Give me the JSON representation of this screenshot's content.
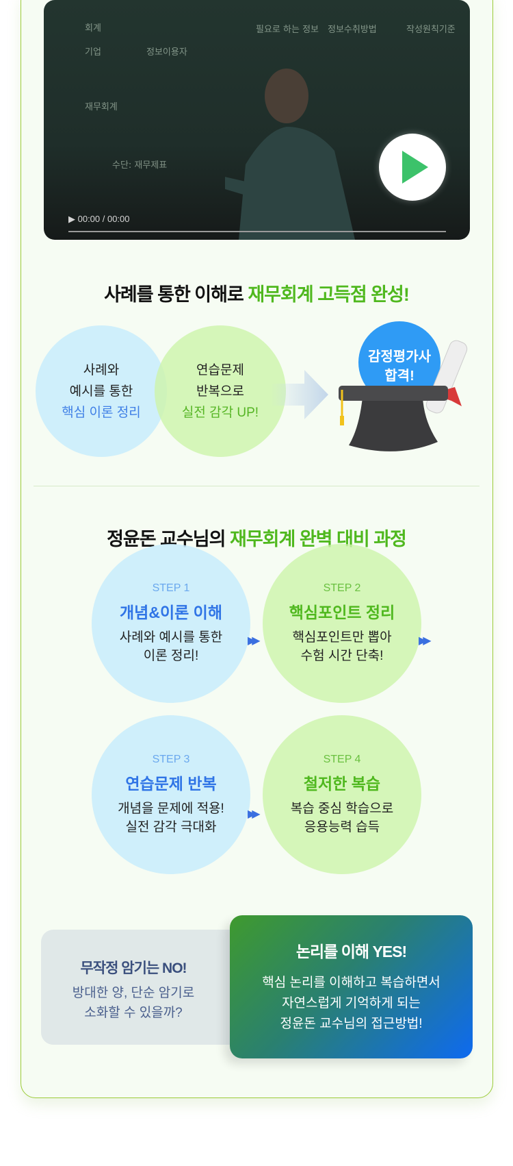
{
  "video": {
    "time": "00:00 / 00:00",
    "chalkboard": [
      "회계",
      "기업",
      "정보이용자",
      "필요로 하는 정보",
      "정보수취방법",
      "작성원칙기준",
      "재무회계",
      "수단: 재무제표"
    ],
    "colors": {
      "play": "#3cc26a"
    }
  },
  "section1": {
    "title_black": "사례를 통한 이해로 ",
    "title_green": "재무회계 고득점 완성!",
    "circle1": {
      "line1": "사례와",
      "line2": "예시를 통한",
      "line3": "핵심 이론 정리"
    },
    "circle2": {
      "line1": "연습문제",
      "line2": "반복으로",
      "line3": "실전 감각 UP!"
    },
    "badge": {
      "line1": "감정평가사",
      "line2": "합격!"
    }
  },
  "section2": {
    "title_black": "정윤돈 교수님의 ",
    "title_green": "재무회계 완벽 대비 과정",
    "steps": [
      {
        "label": "STEP 1",
        "title": "개념&이론 이해",
        "desc1": "사례와 예시를 통한",
        "desc2": "이론 정리!"
      },
      {
        "label": "STEP 2",
        "title": "핵심포인트 정리",
        "desc1": "핵심포인트만 뽑아",
        "desc2": "수험 시간 단축!"
      },
      {
        "label": "STEP 3",
        "title": "연습문제 반복",
        "desc1": "개념을 문제에 적용!",
        "desc2": "실전 감각 극대화"
      },
      {
        "label": "STEP 4",
        "title": "철저한 복습",
        "desc1": "복습 중심 학습으로",
        "desc2": "응용능력 습득"
      }
    ],
    "arrow": "▶▶"
  },
  "compare": {
    "no": {
      "title": "무작정 암기는 NO!",
      "line1": "방대한 양, 단순 암기로",
      "line2": "소화할 수 있을까?"
    },
    "yes": {
      "title": "논리를 이해 YES!",
      "line1": "핵심 논리를 이해하고 복습하면서",
      "line2": "자연스럽게 기억하게 되는",
      "line3": "정윤돈 교수님의 접근방법!"
    }
  },
  "colors": {
    "green": "#4fb81e",
    "blue": "#2f74e6",
    "border": "#9ccc3a"
  }
}
